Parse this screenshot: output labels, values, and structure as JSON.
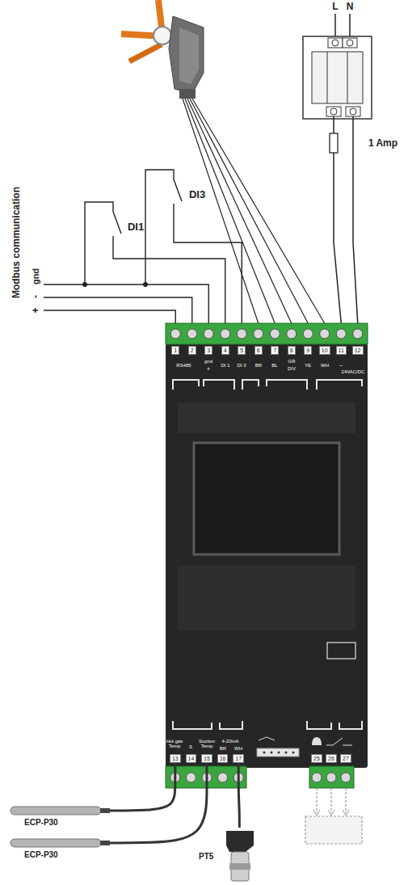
{
  "diagram": {
    "nodes": [
      {
        "text": [
          "1"
        ]
      },
      {
        "text": [
          "2"
        ]
      },
      {
        "text": [
          "3"
        ]
      },
      {
        "text": [
          "4"
        ]
      },
      {
        "text": [
          "5"
        ]
      },
      {
        "text": [
          "6"
        ]
      },
      {
        "text": [
          "7"
        ]
      },
      {
        "text": [
          "8"
        ]
      },
      {
        "text": [
          "9"
        ]
      },
      {
        "text": [
          "10"
        ]
      },
      {
        "text": [
          "11"
        ]
      },
      {
        "text": [
          "12"
        ]
      },
      {
        "text": [
          "13"
        ]
      },
      {
        "text": [
          "14"
        ]
      },
      {
        "text": [
          "15"
        ]
      },
      {
        "text": [
          "16"
        ]
      },
      {
        "text": [
          "17"
        ]
      },
      {
        "text": [
          "25"
        ]
      },
      {
        "text": [
          "26"
        ]
      },
      {
        "text": [
          "27"
        ]
      },
      {
        "text": [
          "ECP-P30"
        ]
      },
      {
        "text": [
          "ECP-P30"
        ]
      },
      {
        "text": [
          "PT5"
        ]
      }
    ],
    "edges": [
      {
        "from": 20,
        "to": 12,
        "arrow": "none"
      },
      {
        "from": 21,
        "to": 14,
        "arrow": "none"
      },
      {
        "from": 22,
        "to": 16,
        "arrow": "none"
      }
    ],
    "labels": [
      "Modbus communication",
      "gnd",
      "-",
      "+",
      "DI1",
      "DI3",
      "L",
      "N",
      "1 Amp",
      "RS485",
      "gnd",
      "+",
      "DI 1",
      "DI 3",
      "BR",
      "BL",
      "GR",
      "D/V",
      "YE",
      "WH",
      "~",
      "24VAC/DC",
      "Hot gas Temp",
      "S",
      "Suction Temp",
      "4-20mA",
      "BR",
      "WH"
    ]
  }
}
